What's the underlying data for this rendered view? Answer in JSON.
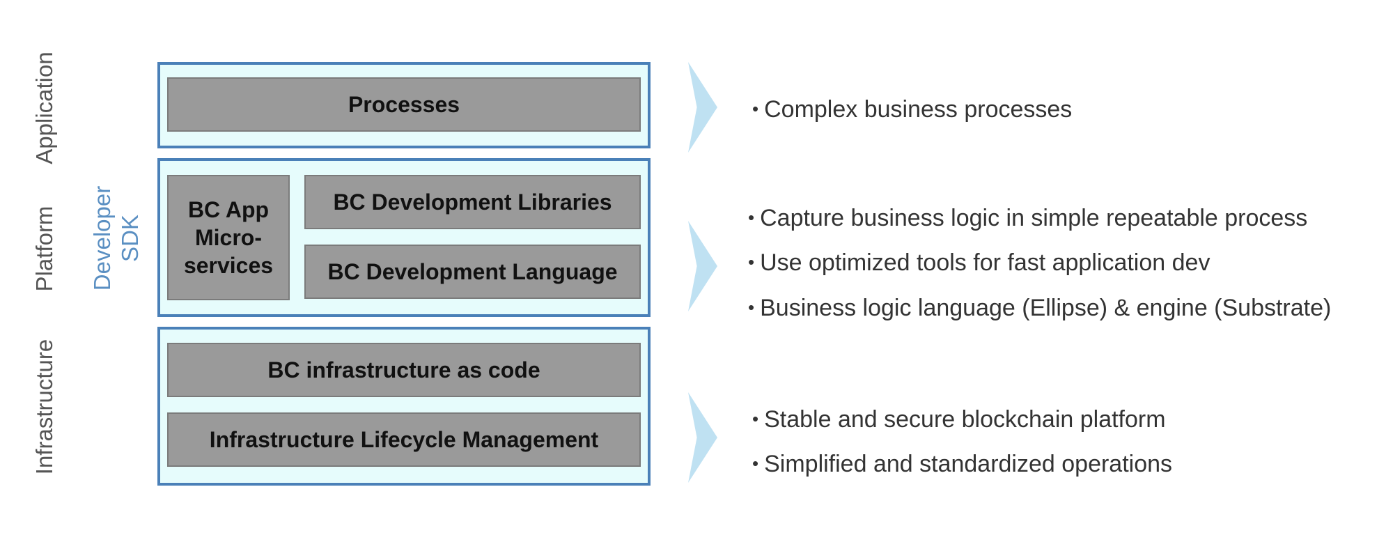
{
  "side_labels": {
    "application": "Application",
    "platform": "Platform",
    "infrastructure": "Infrastructure"
  },
  "sdk_label": [
    "Developer",
    "SDK"
  ],
  "blocks": {
    "processes": "Processes",
    "bc_app_microservices": [
      "BC App",
      "Micro-",
      "services"
    ],
    "bc_dev_libraries": "BC Development Libraries",
    "bc_dev_language": "BC Development Language",
    "bc_infra_as_code": "BC infrastructure as code",
    "infra_lifecycle": "Infrastructure Lifecycle Management"
  },
  "bullets": {
    "application": [
      "Complex business processes"
    ],
    "platform": [
      "Capture business logic in simple repeatable process",
      "Use optimized tools for fast application dev",
      "Business logic language (Ellipse) & engine (Substrate)"
    ],
    "infrastructure": [
      "Stable and secure blockchain platform",
      "Simplified and standardized operations"
    ]
  },
  "colors": {
    "layer_border": "#4a80b8",
    "layer_fill": "#e6fcfc",
    "block_fill": "#9a9a9a",
    "chevron": "#bfe1f2",
    "sdk_text": "#5a8fc2"
  }
}
